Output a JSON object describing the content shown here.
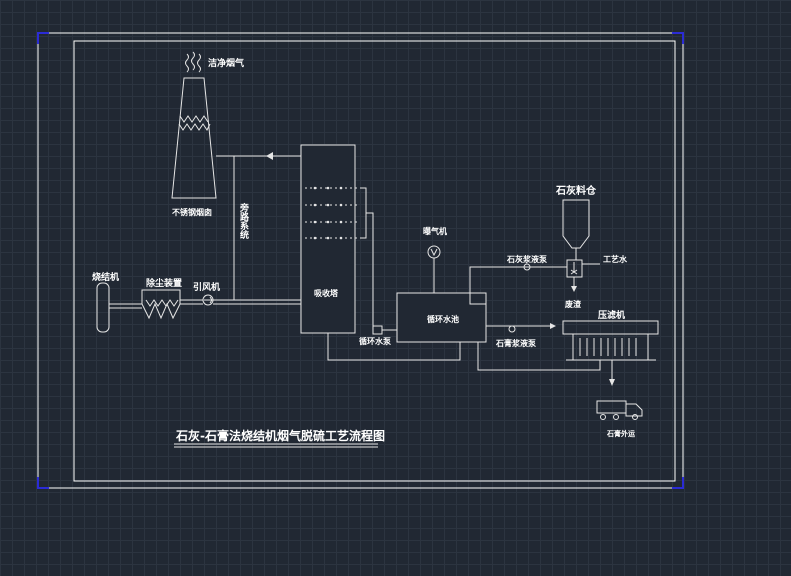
{
  "title": "石灰-石膏法烧结机烟气脱硫工艺流程图",
  "labels": {
    "clean_flue_gas": "洁净烟气",
    "chimney": "不锈钢烟囱",
    "bypass": "旁路系统",
    "sintering_machine": "烧结机",
    "dust_remover": "除尘装置",
    "induced_fan": "引风机",
    "absorber": "吸收塔",
    "circulation_pool": "循环水池",
    "circulation_pump": "循环水泵",
    "aeration_fan": "曝气机",
    "lime_silo": "石灰料仓",
    "slurry_pump": "石灰浆液泵",
    "process_water": "工艺水",
    "waste_slag": "废渣",
    "filter_press": "压滤机",
    "gypsum_pump": "石膏浆液泵",
    "gypsum_out": "石膏外运"
  },
  "colors": {
    "line": "#e6e6e6",
    "frame": "#2b2bd6",
    "background": "#212833"
  }
}
